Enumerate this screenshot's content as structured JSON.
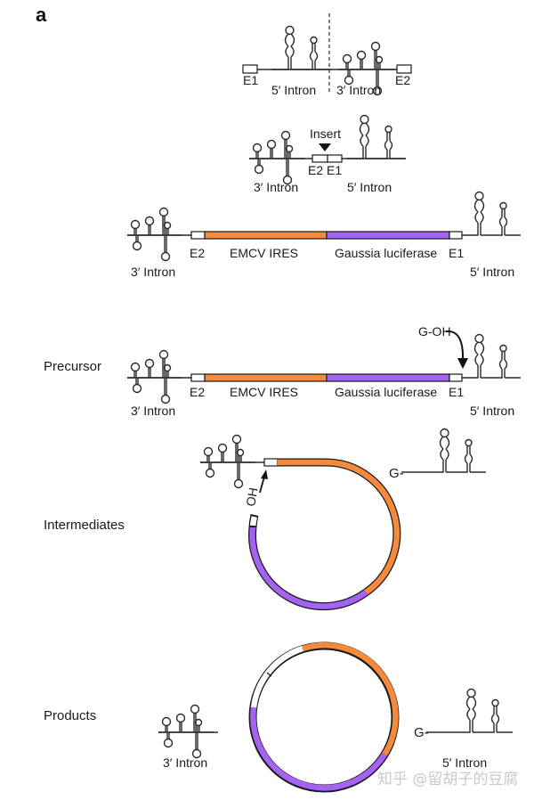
{
  "panel_label": "a",
  "colors": {
    "emcv_ires": "#f58a3c",
    "gaussia_luciferase": "#a463f2",
    "exon": "#ffffff",
    "line": "#2a2a2a"
  },
  "step1": {
    "left_exon": "E1",
    "right_exon": "E2",
    "left_intron": "5′ Intron",
    "right_intron": "3′ Intron"
  },
  "step2": {
    "insert_label": "Insert",
    "exons": "E2 E1",
    "left_intron": "3′ Intron",
    "right_intron": "5′ Intron"
  },
  "step3": {
    "left_exon": "E2",
    "segment1": "EMCV IRES",
    "segment2": "Gaussia luciferase",
    "right_exon": "E1",
    "left_intron": "3′ Intron",
    "right_intron": "5′ Intron"
  },
  "precursor": {
    "stage_label": "Precursor",
    "g_oh": "G-OH",
    "left_exon": "E2",
    "segment1": "EMCV IRES",
    "segment2": "Gaussia luciferase",
    "right_exon": "E1",
    "left_intron": "3′ Intron",
    "right_intron": "5′ Intron"
  },
  "intermediates": {
    "stage_label": "Intermediates",
    "oh_label": "OH",
    "g_label": "G-"
  },
  "products": {
    "stage_label": "Products",
    "left_intron": "3′ Intron",
    "right_intron": "5′ Intron",
    "g_label": "G-"
  },
  "watermark": "知乎 @留胡子的豆腐"
}
